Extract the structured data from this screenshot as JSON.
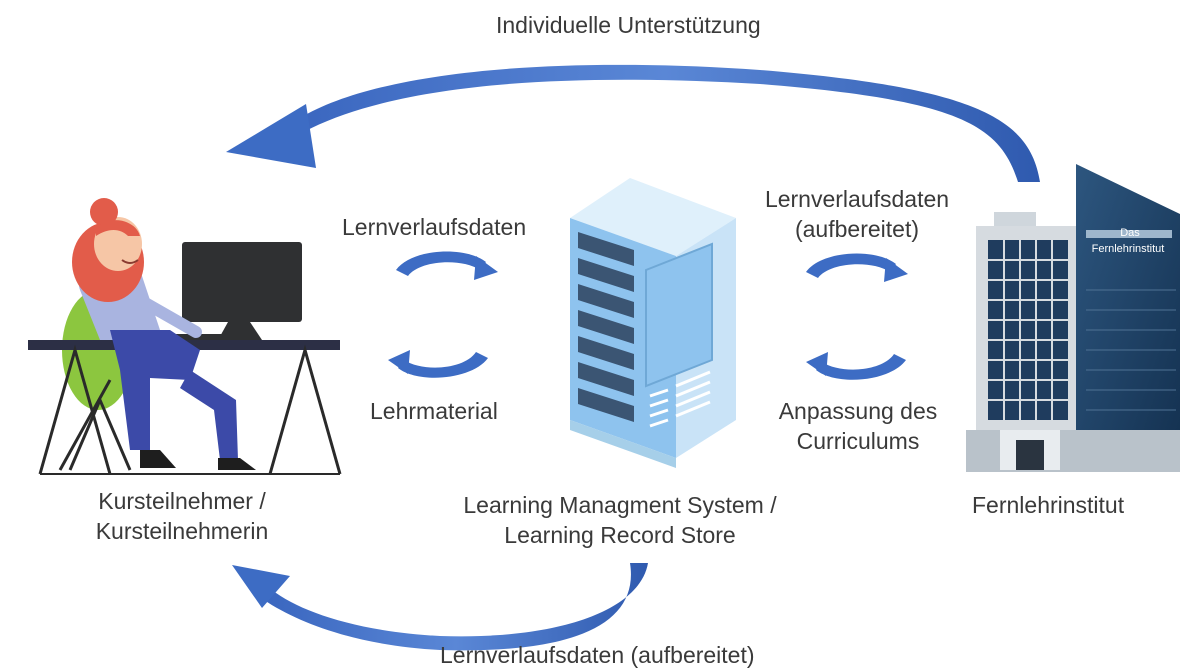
{
  "labels": {
    "top_arrow": "Individuelle Unterstützung",
    "bottom_arrow": "Lernverlaufsdaten (aufbereitet)",
    "left_upper": "Lernverlaufsdaten",
    "left_lower": "Lehrmaterial",
    "right_upper_line1": "Lernverlaufsdaten",
    "right_upper_line2": "(aufbereitet)",
    "right_lower_line1": "Anpassung des",
    "right_lower_line2": "Curriculums"
  },
  "nodes": {
    "learner_line1": "Kursteilnehmer /",
    "learner_line2": "Kursteilnehmerin",
    "server_line1": "Learning Managment System /",
    "server_line2": "Learning Record Store",
    "institute": "Fernlehrinstitut",
    "institute_sign_line1": "Das",
    "institute_sign_line2": "Fernlehrinstitut"
  },
  "colors": {
    "arrow": "#3d6cc4",
    "arrow_light": "#6e97dd",
    "server_front": "#8ec3ee",
    "server_side": "#c9e3f7",
    "building_dark": "#1f3c5e",
    "building_grey": "#d6dbe0"
  }
}
